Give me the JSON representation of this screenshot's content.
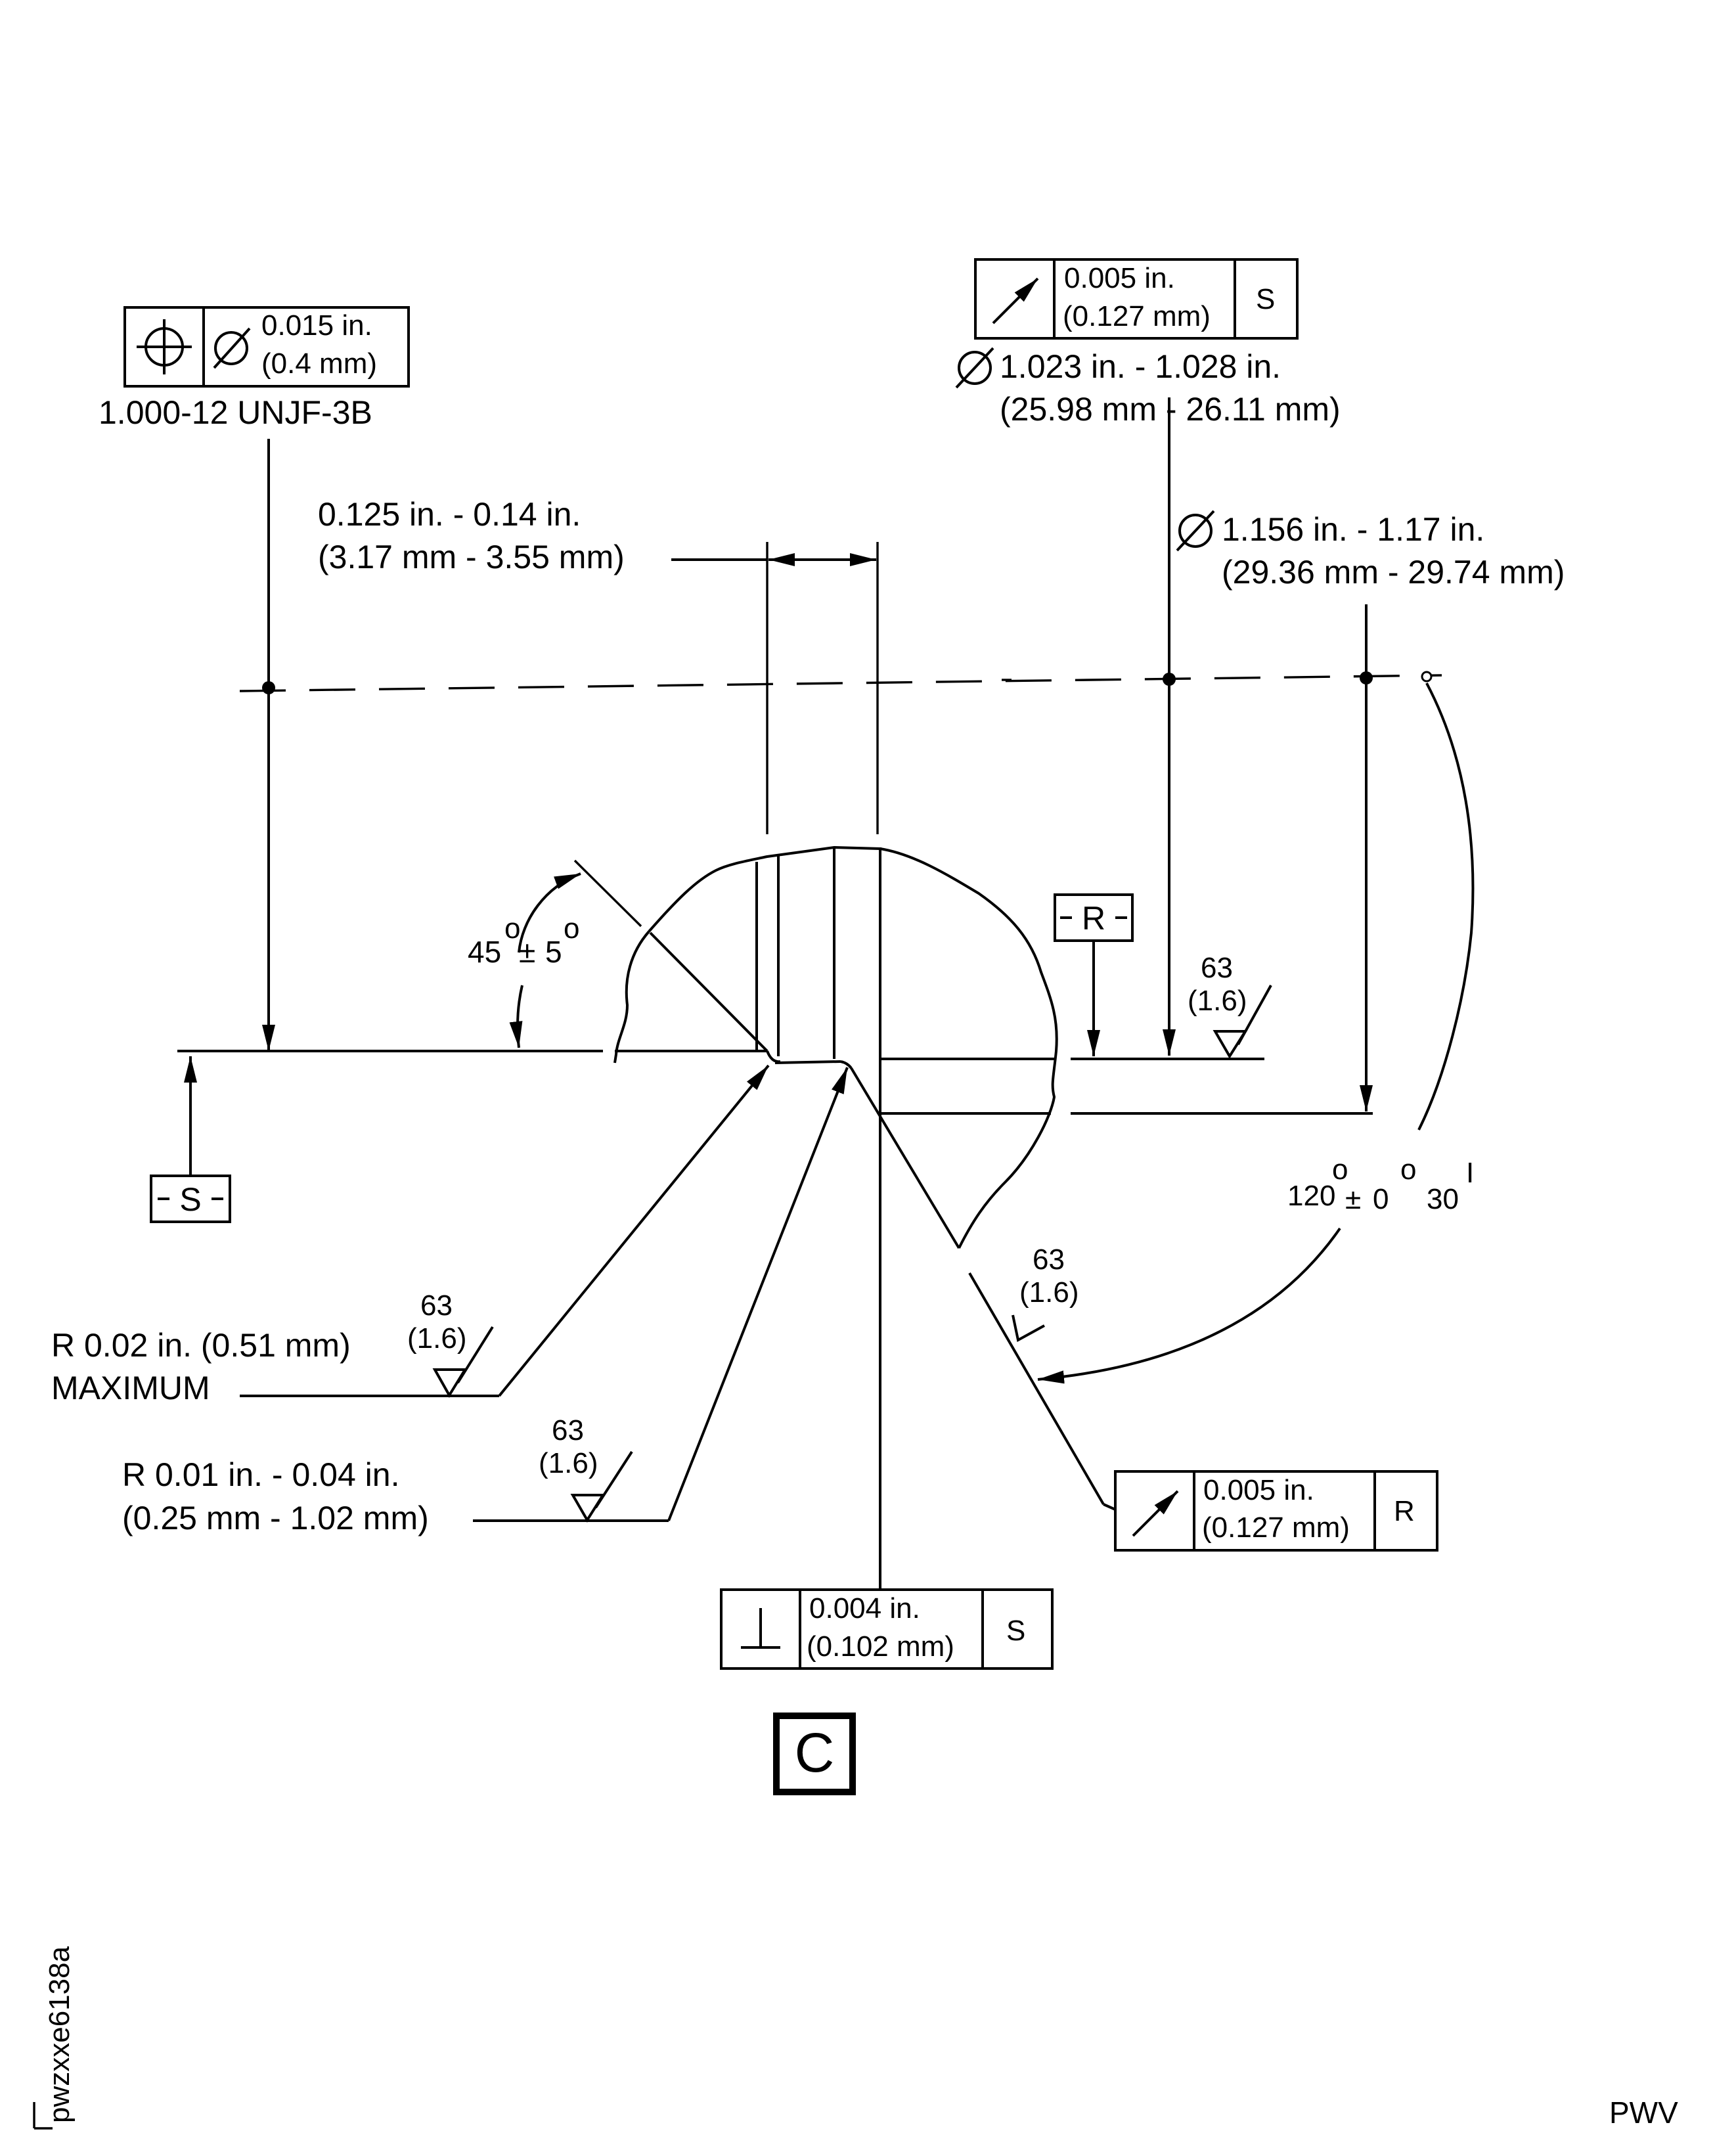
{
  "colors": {
    "line": "#000000",
    "background": "#ffffff"
  },
  "fcf_position": {
    "symbol": "position-icon",
    "diameter_symbol": "diameter-icon",
    "tol_in": "0.015 in.",
    "tol_mm": "(0.4 mm)"
  },
  "thread_spec": "1.000-12 UNJF-3B",
  "fcf_runout_top": {
    "symbol": "circular-runout-icon",
    "tol_in": "0.005 in.",
    "tol_mm": "(0.127 mm)",
    "datum": "S"
  },
  "dim_inner_dia": {
    "value_in": "1.023 in. - 1.028 in.",
    "value_mm": "(25.98 mm - 26.11 mm)"
  },
  "dim_outer_dia": {
    "value_in": "1.156 in. - 1.17 in.",
    "value_mm": "(29.36 mm - 29.74 mm)"
  },
  "dim_width": {
    "value_in": "0.125 in. - 0.14 in.",
    "value_mm": "(3.17 mm - 3.55 mm)"
  },
  "angle_chamfer": {
    "base": "45",
    "deg": "o",
    "pm": "±",
    "tol": "5",
    "deg2": "o"
  },
  "angle_thread": {
    "base": "120",
    "deg": "o",
    "pm": "±",
    "tol": "0",
    "deg2": "o",
    "minutes": "30",
    "min_mark": "I"
  },
  "datum_r": "R",
  "datum_s": "S",
  "surface_finish": {
    "ra": "63",
    "ra_um": "(1.6)"
  },
  "radius_max": {
    "line1": "R 0.02 in. (0.51 mm)",
    "line2": "MAXIMUM"
  },
  "radius_range": {
    "line1": "R 0.01 in. - 0.04 in.",
    "line2": "(0.25 mm - 1.02 mm)"
  },
  "fcf_runout_bottom": {
    "symbol": "circular-runout-icon",
    "tol_in": "0.005 in.",
    "tol_mm": "(0.127 mm)",
    "datum": "R"
  },
  "fcf_perpendicularity": {
    "symbol": "perpendicularity-icon",
    "tol_in": "0.004 in.",
    "tol_mm": "(0.102 mm)",
    "datum": "S"
  },
  "view_label": "C",
  "figure_id": "pwzxxe6138a",
  "corner_code": "PWV"
}
